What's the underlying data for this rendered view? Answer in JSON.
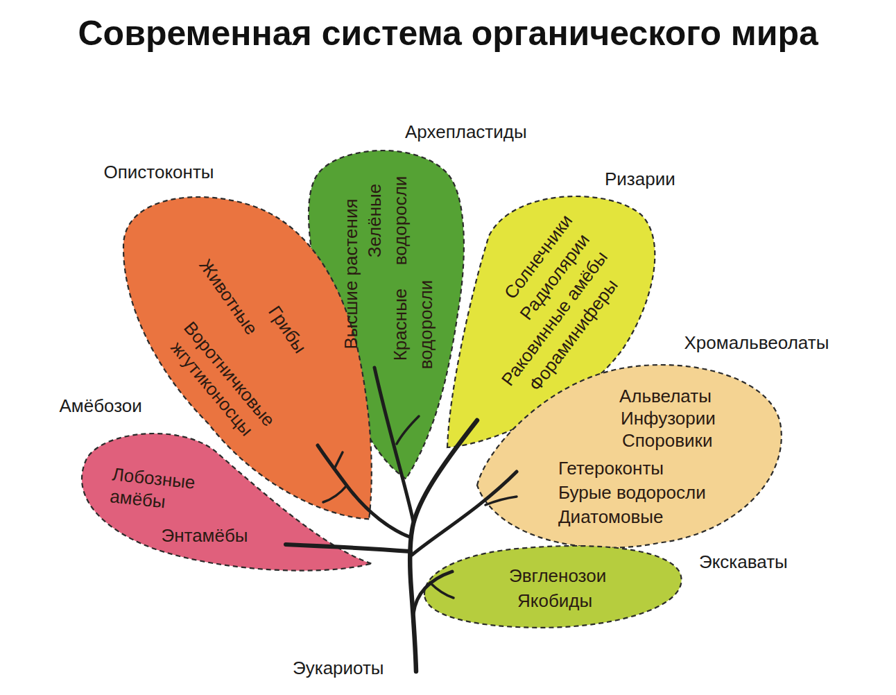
{
  "diagram": {
    "title": "Современная система органического мира",
    "nodes": [
      {
        "text": [
          "Архепластиды",
          "Высшие растения",
          "Зелёные водоросли",
          "Красные водоросли"
        ]
      },
      {
        "text": [
          "Опистоконты",
          "Животные",
          "Грибы",
          "Воротничковые жгутиконосцы"
        ]
      },
      {
        "text": [
          "Ризарии",
          "Солнечники",
          "Радиолярии",
          "Раковинные амёбы",
          "Фораминиферы"
        ]
      },
      {
        "text": [
          "Хромальвеолаты",
          "Альвелаты",
          "Инфузории",
          "Споровики",
          "Гетероконты",
          "Бурые водоросли",
          "Диатомовые"
        ]
      },
      {
        "text": [
          "Амёбозои",
          "Лобозные амёбы",
          "Энтамёбы"
        ]
      },
      {
        "text": [
          "Экскаваты",
          "Эвгленозои",
          "Якобиды"
        ]
      }
    ],
    "labels": [
      "Эукариоты"
    ]
  }
}
